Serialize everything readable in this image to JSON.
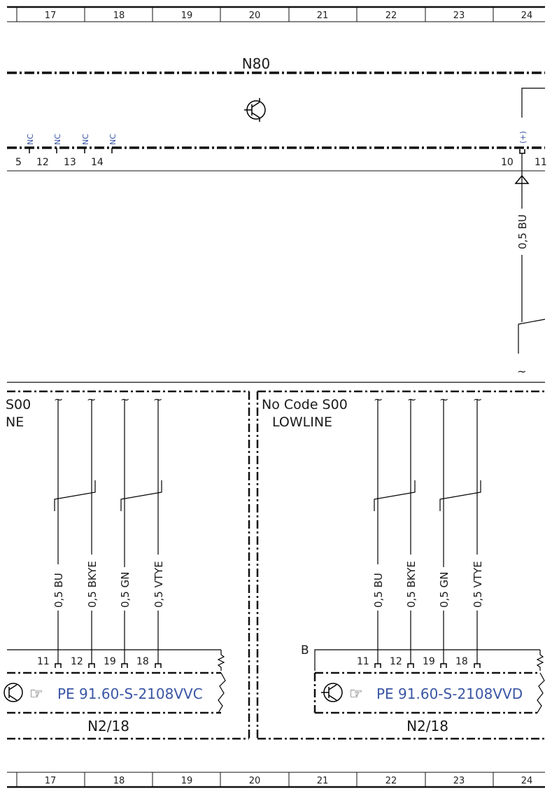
{
  "ruler": {
    "columns": [
      "17",
      "18",
      "19",
      "20",
      "21",
      "22",
      "23",
      "24"
    ]
  },
  "n80": {
    "label": "N80",
    "pins_nc": [
      {
        "pin": "12",
        "nc": "NC"
      },
      {
        "pin": "13",
        "nc": "NC"
      },
      {
        "pin": "14",
        "nc": "NC"
      },
      {
        "pin": "",
        "nc": "NC"
      }
    ],
    "pin_left": "5",
    "pin_right_10": "10",
    "pin_right_11": "11",
    "plus_label": "(+)"
  },
  "top_wire": {
    "label": "0,5 BU"
  },
  "left_variant": {
    "title": "S00",
    "subtitle": "NE",
    "wires": [
      "0,5 BU",
      "0,5 BKYE",
      "0,5 GN",
      "0,5 VTYE"
    ],
    "pins": [
      "11",
      "12",
      "19",
      "18"
    ],
    "ref": "PE 91.60-S-2108VVC",
    "module": "N2/18"
  },
  "right_variant": {
    "title": "No Code S00",
    "subtitle": "LOWLINE",
    "wires": [
      "0,5 BU",
      "0,5 BKYE",
      "0,5 GN",
      "0,5 VTYE"
    ],
    "pins": [
      "11",
      "12",
      "19",
      "18"
    ],
    "ref": "PE 91.60-S-2108VVD",
    "module": "N2/18",
    "marker": "B"
  },
  "colors": {
    "link": "#3a56a5",
    "ink": "#111111"
  }
}
